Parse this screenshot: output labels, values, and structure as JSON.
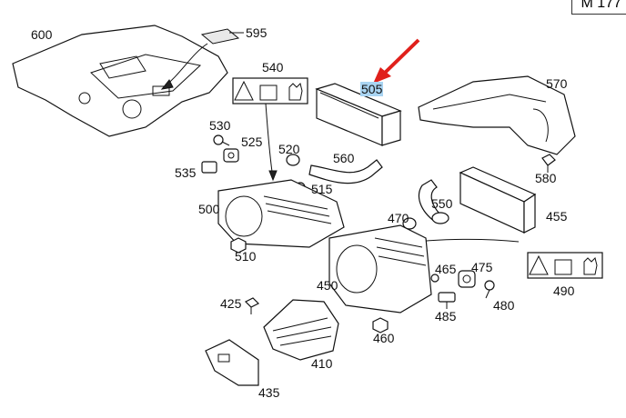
{
  "reference": "M 177",
  "highlight_color": "#a9d4f2",
  "arrow_color": "#e0201b",
  "labels": {
    "p600": "600",
    "p595": "595",
    "p540": "540",
    "p505": "505",
    "p570": "570",
    "p530": "530",
    "p525": "525",
    "p520": "520",
    "p560": "560",
    "p535": "535",
    "p515": "515",
    "p580": "580",
    "p500": "500",
    "p550": "550",
    "p470": "470",
    "p455": "455",
    "p510": "510",
    "p465": "465",
    "p475": "475",
    "p450": "450",
    "p490": "490",
    "p480": "480",
    "p425": "425",
    "p485": "485",
    "p460": "460",
    "p410": "410",
    "p435": "435"
  },
  "icons": [
    "electric-hazard-warning-icon",
    "caution-triangle-icon",
    "manual-book-icon",
    "glove-hand-icon"
  ]
}
